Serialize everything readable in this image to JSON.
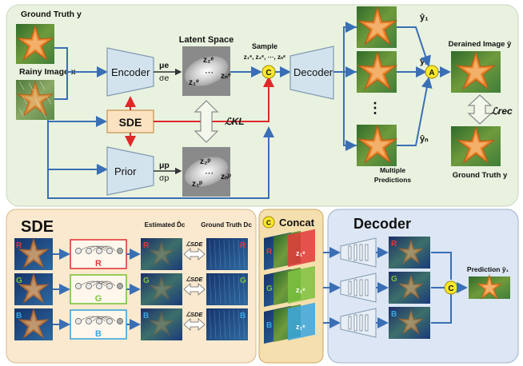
{
  "top": {
    "ground_truth_y": "Ground Truth y",
    "rainy_image_x": "Rainy Image x",
    "encoder": "Encoder",
    "mu_e": "μe",
    "sigma_e": "σe",
    "sde": "SDE",
    "prior": "Prior",
    "mu_p": "μp",
    "sigma_p": "σp",
    "latent_space": "Latent Space",
    "sample": "Sample",
    "sample_seq": "z₁ᵉ, z₂ᵉ, ⋯, zₙᵉ",
    "z2e": "z₂ᵉ",
    "z1e": "z₁ᵉ",
    "zne": "zₙᵉ",
    "z2p": "z₂ᵖ",
    "z1p": "z₁ᵖ",
    "znp": "zₙᵖ",
    "dots": "⋯",
    "l_kl": "ℒKL",
    "concat_c": "C",
    "decoder": "Decoder",
    "y1": "ŷ₁",
    "y2": "ŷ₂",
    "yn": "ŷₙ",
    "vdots": "⋮",
    "multiple_predictions": "Multiple Predictions",
    "avg_a": "A",
    "derained_image": "Derained Image ŷ",
    "l_rec": "ℒrec",
    "ground_truth_y_bottom": "Ground Truth y"
  },
  "sde_panel": {
    "title": "SDE",
    "estimated": "Estimated D̃c",
    "ground_truth": "Ground Truth Dc",
    "loss": "ℒSDE",
    "channels": [
      {
        "letter": "R",
        "color": "#e03a3a"
      },
      {
        "letter": "G",
        "color": "#7cc23f"
      },
      {
        "letter": "B",
        "color": "#3aa6e0"
      }
    ]
  },
  "concat_panel": {
    "title": "Concat",
    "c": "C",
    "labels": [
      "R",
      "G",
      "B"
    ],
    "z": "z₁ᵉ"
  },
  "decoder_panel": {
    "title": "Decoder",
    "labels": [
      "R",
      "G",
      "B"
    ],
    "c": "C",
    "prediction": "Prediction ŷ₁"
  },
  "colors": {
    "top_bg": "#e9f2df",
    "sde_bg": "#fbe9cf",
    "concat_bg": "#f6dfae",
    "decoder_bg": "#dce6f4",
    "arrow_blue": "#3a6fb5",
    "arrow_red": "#e02828",
    "node_yellow": "#ffea2a"
  }
}
